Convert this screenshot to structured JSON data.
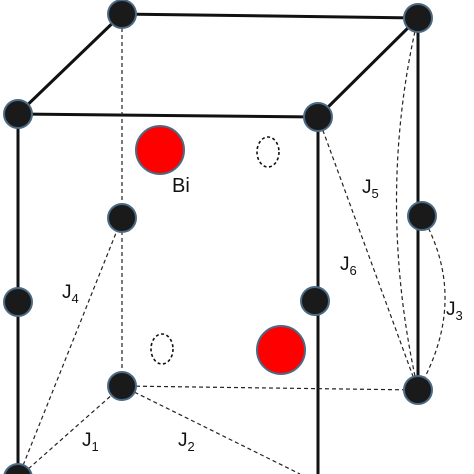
{
  "labels": {
    "bi": "Bi",
    "j1": {
      "main": "J",
      "sub": "1"
    },
    "j2": {
      "main": "J",
      "sub": "2"
    },
    "j3": {
      "main": "J",
      "sub": "3"
    },
    "j4": {
      "main": "J",
      "sub": "4"
    },
    "j5": {
      "main": "J",
      "sub": "5"
    },
    "j6": {
      "main": "J",
      "sub": "6"
    }
  },
  "colors": {
    "atom": "#1a1a1a",
    "bismuth": "#ff0000",
    "outline": "#4a6a85"
  }
}
